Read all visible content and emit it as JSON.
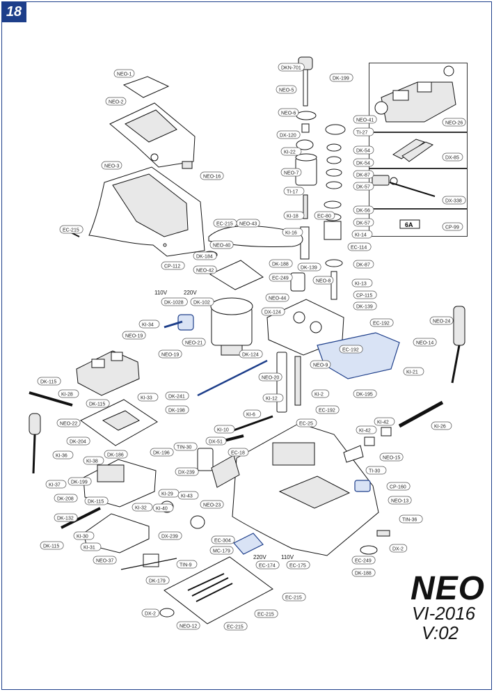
{
  "page": {
    "number": "18",
    "brand": "NEO",
    "date": "VI-2016",
    "version": "V:02"
  },
  "voltages": {
    "motor_110": "110V",
    "motor_220": "220V",
    "board_220": "220V",
    "board_110": "110V"
  },
  "inset": {
    "neo26": "NEO-26",
    "dx85": "DX-85",
    "dx338": "DX-338",
    "cp99_box": "6A",
    "cp99": "CP-99"
  },
  "part_labels": [
    "NEO-1",
    "NEO-2",
    "NEO-3",
    "NEO-16",
    "EC-215",
    "CP-112",
    "DKN-701",
    "DK-199",
    "NEO-5",
    "NEO-6",
    "DX-120",
    "KI-22",
    "NEO-7",
    "NEO-41",
    "TI-27",
    "DK-54",
    "DK-54",
    "DK-87",
    "DK-57",
    "TI-17",
    "KI-18",
    "EC-80",
    "DK-56",
    "DK-57",
    "KI-14",
    "KI-16",
    "EC-114",
    "DK-139",
    "DK-87",
    "NEO-43",
    "EC-215",
    "NEO-40",
    "DK-184",
    "DK-188",
    "NEO-42",
    "EC-249",
    "NEO-8",
    "KI-13",
    "CP-115",
    "DK-139",
    "110V",
    "220V",
    "DK-1028",
    "DK-102",
    "NEO-44",
    "DX-124",
    "KI-34",
    "NEO-21",
    "NEO-19",
    "NEO-19",
    "DK-124",
    "EC-192",
    "EC-192",
    "NEO-14",
    "NEO-24",
    "NEO-9",
    "NEO-20",
    "KI-21",
    "DK-195",
    "DK-115",
    "KI-28",
    "DK-115",
    "KI-33",
    "DK-241",
    "DK-198",
    "NEO-22",
    "KI-12",
    "KI-2",
    "EC-192",
    "KI-6",
    "EC-25",
    "KI-42",
    "KI-26",
    "KI-10",
    "KI-42",
    "DX-51",
    "DK-204",
    "DK-186",
    "KI-36",
    "KI-38",
    "DK-196",
    "TIN-30",
    "EC-18",
    "NEO-15",
    "TI-30",
    "KI-37",
    "DK-199",
    "DX-239",
    "CP-160",
    "DK-208",
    "DK-115",
    "KI-32",
    "KI-29",
    "KI-43",
    "NEO-23",
    "NEO-13",
    "DK-132",
    "KI-40",
    "TIN-36",
    "KI-30",
    "DX-239",
    "EC-304",
    "DX-2",
    "DK-115",
    "KI-31",
    "MC-179",
    "EC-249",
    "NEO-37",
    "TIN-9",
    "EC-174",
    "EC-175",
    "DK-188",
    "DK-179",
    "EC-215",
    "DX-2",
    "EC-215",
    "NEO-12",
    "EC-215"
  ]
}
